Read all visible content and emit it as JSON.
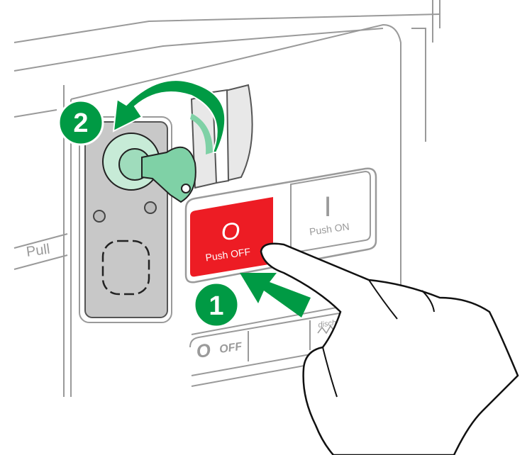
{
  "steps": {
    "step1": "1",
    "step2": "2"
  },
  "off_button": {
    "symbol": "O",
    "label": "Push OFF"
  },
  "on_button": {
    "symbol": "I",
    "label": "Push ON"
  },
  "pull_label": "Pull",
  "status_strip": {
    "off_symbol": "O",
    "off_text": "OFF",
    "disch_text": "disch."
  },
  "colors": {
    "green": "#009a44",
    "light_green": "#7fd1a6",
    "red": "#ed1c24",
    "outline": "#9a9a9a",
    "plate": "#c8c8c8"
  }
}
